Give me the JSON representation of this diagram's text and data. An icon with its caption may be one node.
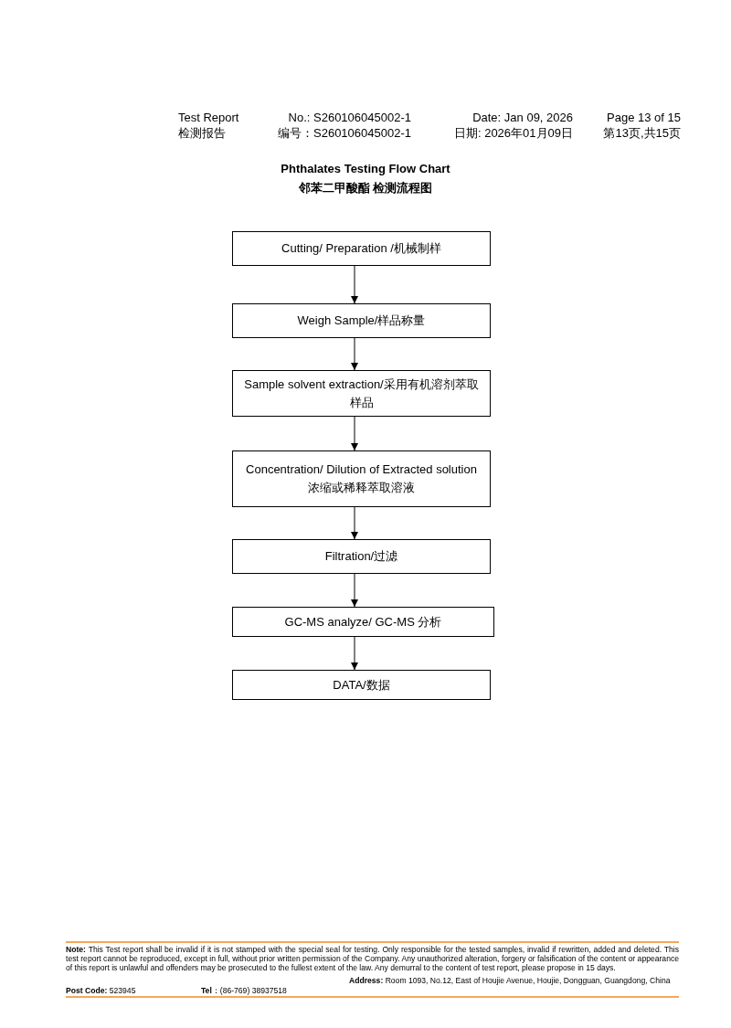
{
  "diagram": {
    "title": "Phthalates Testing Flow Chart",
    "nodes": [
      {
        "text": [
          "Cutting/ Preparation /机械制样"
        ]
      },
      {
        "text": [
          "Weigh Sample/样品称量"
        ]
      },
      {
        "text": [
          "Sample solvent extraction/采用有机溶剂萃取样品"
        ]
      },
      {
        "text": [
          "Concentration/ Dilution of Extracted solution 浓缩或稀释萃取溶液"
        ]
      },
      {
        "text": [
          "Filtration/过滤"
        ]
      },
      {
        "text": [
          "GC-MS analyze/ GC-MS 分析"
        ]
      },
      {
        "text": [
          "DATA/数据"
        ]
      }
    ],
    "edges": [
      {
        "from": 0,
        "to": 1,
        "arrow": "to"
      },
      {
        "from": 1,
        "to": 2,
        "arrow": "to"
      },
      {
        "from": 2,
        "to": 3,
        "arrow": "to"
      },
      {
        "from": 3,
        "to": 4,
        "arrow": "to"
      },
      {
        "from": 4,
        "to": 5,
        "arrow": "to"
      },
      {
        "from": 5,
        "to": 6,
        "arrow": "to"
      }
    ],
    "labels": [
      "Test Report",
      "No.: S260106045002-1",
      "Date: Jan 09, 2026",
      "Page 13 of 15",
      "检测报告",
      "编号：S260106045002-1",
      "日期: 2026年01月09日",
      "第13页,共15页",
      "邻苯二甲酸酯 检测流程图",
      "**Note:** This Test report shall be invalid if it is not stamped with the special seal for testing. Only responsible for the tested samples, invalid if rewritten, added and deleted. This test report cannot be reproduced, except in full, without prior written permission of the Company.   Any unauthorized alteration, forgery or falsification of the content or appearance of this report is unlawful and offenders may be prosecuted to the fullest extent of the law. Any demurral to the content of test report, please propose in 15 days.",
      "**Address:** Room 1093, No.12, East of Houjie Avenue, Houjie, Dongguan, Guangdong, China",
      "**Post Code:** 523945",
      "**Tel**：(86-769) 38937518"
    ]
  }
}
